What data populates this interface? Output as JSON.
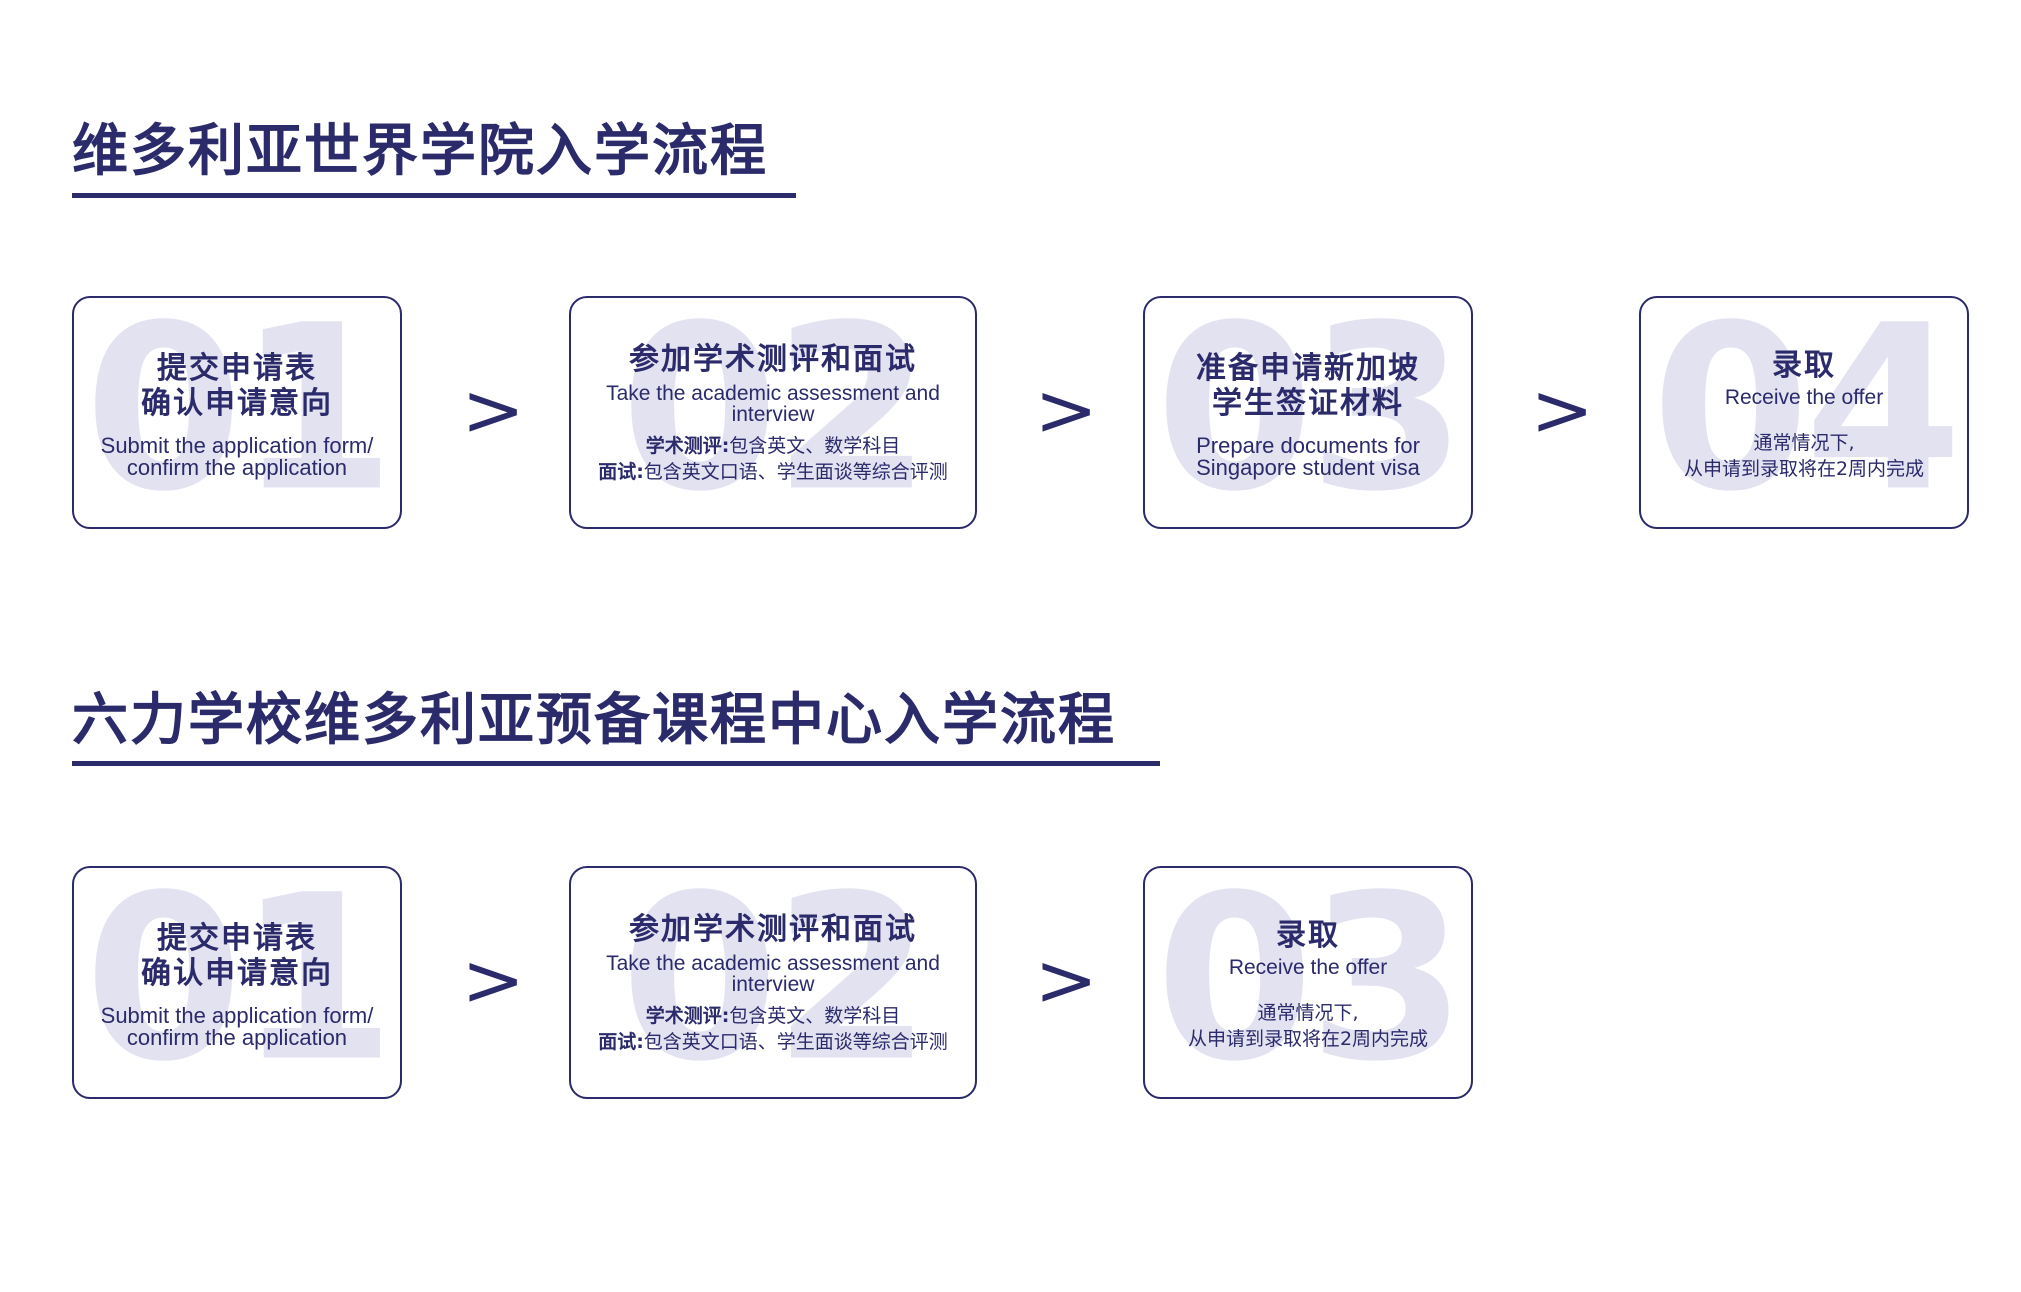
{
  "section1": {
    "title": "维多利亚世界学院入学流程",
    "steps": [
      {
        "num": "01",
        "cn_title_1": "提交申请表",
        "cn_title_2": "确认申请意向",
        "en_desc_1": "Submit the application form/",
        "en_desc_2": "confirm the application"
      },
      {
        "num": "02",
        "cn_title": "参加学术测评和面试",
        "en_sub_1": "Take the academic assessment and",
        "en_sub_2": "interview",
        "label_1": "学术测评:",
        "desc_1": "包含英文、数学科目",
        "label_2": "面试:",
        "desc_2": "包含英文口语、学生面谈等综合评测"
      },
      {
        "num": "03",
        "cn_title_1": "准备申请新加坡",
        "cn_title_2": "学生签证材料",
        "en_desc_1": "Prepare documents for",
        "en_desc_2": "Singapore student visa"
      },
      {
        "num": "04",
        "cn_title": "录取",
        "en_sub": "Receive the offer",
        "desc_1": "通常情况下,",
        "desc_2": "从申请到录取将在2周内完成"
      }
    ]
  },
  "section2": {
    "title": "六力学校维多利亚预备课程中心入学流程",
    "steps": [
      {
        "num": "01",
        "cn_title_1": "提交申请表",
        "cn_title_2": "确认申请意向",
        "en_desc_1": "Submit the application form/",
        "en_desc_2": "confirm the application"
      },
      {
        "num": "02",
        "cn_title": "参加学术测评和面试",
        "en_sub_1": "Take the academic assessment and",
        "en_sub_2": "interview",
        "label_1": "学术测评:",
        "desc_1": "包含英文、数学科目",
        "label_2": "面试:",
        "desc_2": "包含英文口语、学生面谈等综合评测"
      },
      {
        "num": "03",
        "cn_title": "录取",
        "en_sub": "Receive the offer",
        "desc_1": "通常情况下,",
        "desc_2": "从申请到录取将在2周内完成"
      }
    ]
  },
  "arrow_glyph": ">",
  "colors": {
    "primary": "#2b2a6b",
    "watermark": "#e3e2f1",
    "background": "#ffffff"
  }
}
